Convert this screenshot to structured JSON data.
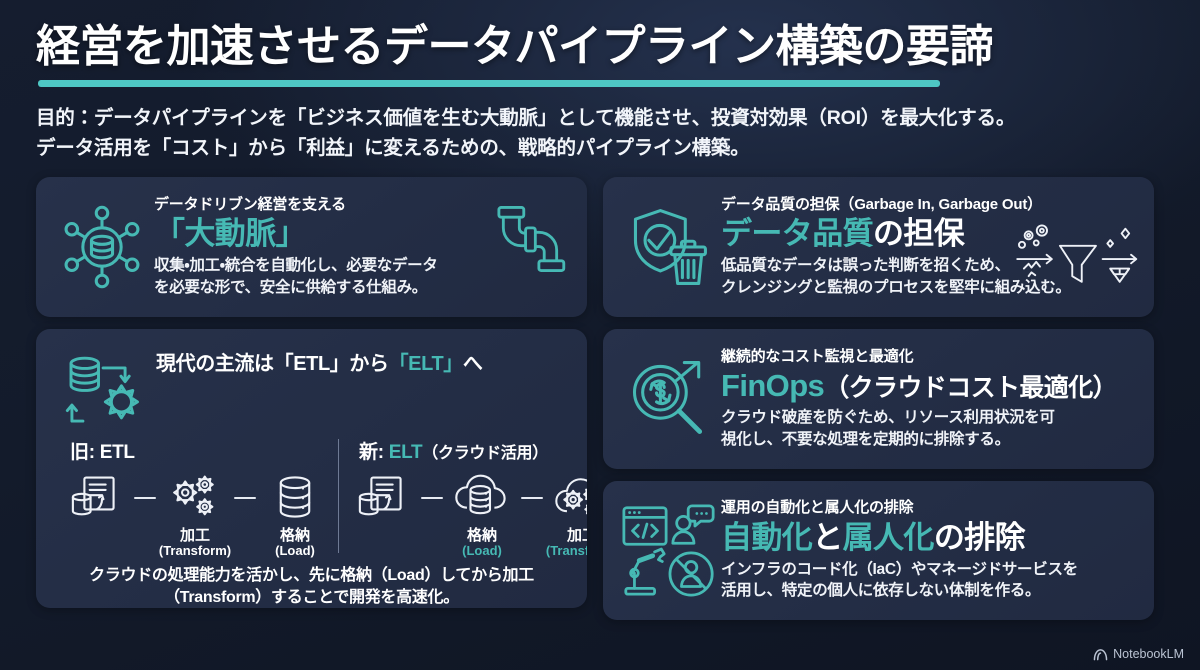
{
  "header": {
    "title": "経営を加速させるデータパイプライン構築の要諦",
    "subtitle_line1": "目的：データパイプラインを「ビジネス価値を生む大動脈」として機能させ、投資対効果（ROI）を最大化する。",
    "subtitle_line2": "データ活用を「コスト」から「利益」に変えるための、戦略的パイプライン構築。",
    "accent_color": "#4ec7c4"
  },
  "cards": {
    "artery": {
      "eyebrow": "データドリブン経営を支える",
      "headline_accent": "「大動脈」",
      "desc_line1": "収集・加工・統合を自動化し、必要なデータ",
      "desc_line2": "を必要な形で、安全に供給する仕組み。",
      "icon_left": "data-hub-icon",
      "icon_right": "pipe-elbow-icon"
    },
    "etl": {
      "title_pre": "現代の主流は「ETL」から",
      "title_accent": "「ELT」",
      "title_post": "へ",
      "icon_left": "database-gear-cycle-icon",
      "old": {
        "head": "旧: ETL",
        "steps": [
          {
            "label": "",
            "sub": "",
            "icon": "extract-doc-icon"
          },
          {
            "label": "加工",
            "sub": "(Transform)",
            "sub_color": "white",
            "icon": "gears-icon"
          },
          {
            "label": "格納",
            "sub": "(Load)",
            "sub_color": "white",
            "icon": "database-icon"
          }
        ]
      },
      "new": {
        "head_pre": "新: ",
        "head_accent": "ELT",
        "head_post": "（クラウド活用）",
        "steps": [
          {
            "label": "",
            "sub": "",
            "icon": "extract-doc-icon"
          },
          {
            "label": "格納",
            "sub": "(Load)",
            "sub_color": "teal",
            "icon": "cloud-database-icon"
          },
          {
            "label": "加工",
            "sub": "(Transform)",
            "sub_color": "teal",
            "icon": "cloud-gears-icon"
          }
        ]
      },
      "footer_line1": "クラウドの処理能力を活かし、先に格納（Load）してから加工",
      "footer_line2": "（Transform）することで開発を高速化。"
    },
    "quality": {
      "eyebrow": "データ品質の担保（Garbage In, Garbage Out）",
      "headline_accent": "データ品質",
      "headline_rest": "の担保",
      "desc_line1": "低品質なデータは誤った判断を招くため、",
      "desc_line2": "クレンジングと監視のプロセスを堅牢に組み込む。",
      "icon_left": "shield-check-trash-icon",
      "icon_right": "funnel-refine-icon"
    },
    "finops": {
      "eyebrow": "継続的なコスト監視と最適化",
      "headline_accent": "FinOps",
      "headline_rest": "（クラウドコスト最適化）",
      "desc_line1": "クラウド破産を防ぐため、リソース利用状況を可",
      "desc_line2": "視化し、不要な処理を定期的に排除する。",
      "icon_left": "magnifier-dollar-growth-icon"
    },
    "automation": {
      "eyebrow": "運用の自動化と属人化の排除",
      "headline_part1": "自動化",
      "headline_part2": "と",
      "headline_part3": "属人化",
      "headline_part4": "の排除",
      "desc_line1": "インフラのコード化（IaC）やマネージドサービスを",
      "desc_line2": "活用し、特定の個人に依存しない体制を作る。",
      "icon_left": "automation-icons-group"
    }
  },
  "watermark": {
    "label": "NotebookLM",
    "icon": "notebooklm-icon"
  }
}
